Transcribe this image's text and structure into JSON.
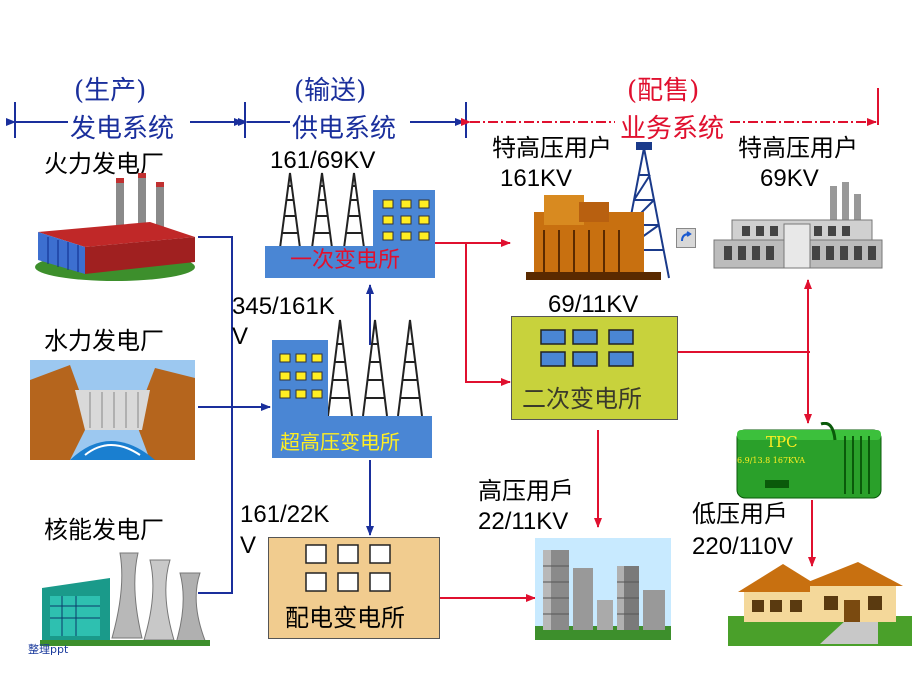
{
  "header": {
    "gen_paren": "(生产)",
    "gen_label": "发电系统",
    "sup_paren": "(输送)",
    "sup_label": "供电系统",
    "sale_paren": "(配售)",
    "sale_label": "业务系统"
  },
  "plants": {
    "thermal": "火力发电厂",
    "hydro": "水力发电厂",
    "nuclear": "核能发电厂"
  },
  "voltages": {
    "sub1": "161/69KV",
    "ultra_a": "345/161K",
    "ultra_b": "V",
    "dist_a": "161/22K",
    "dist_b": "V",
    "sub2": "69/11KV"
  },
  "stations": {
    "primary": "一次变电所",
    "ultra": "超高压变电所",
    "secondary": "二次变电所",
    "distribution": "配电变电所"
  },
  "customers": {
    "extra_high_1_name": "特高压用户",
    "extra_high_1_volt": "161KV",
    "extra_high_2_name": "特高压用户",
    "extra_high_2_volt": "69KV",
    "high_name": "高压用戶",
    "high_volt": "22/11KV",
    "low_name": "低压用戶",
    "low_volt": "220/110V"
  },
  "tpc": {
    "label": "TPC",
    "spec": "6.9/13.8 167KVA"
  },
  "watermark": "整理ppt",
  "colors": {
    "blue_line": "#1a2f9c",
    "red_line": "#e0102f",
    "building": "#4a86d4",
    "olive": "#c8d23c",
    "tan": "#f1cc8f"
  }
}
